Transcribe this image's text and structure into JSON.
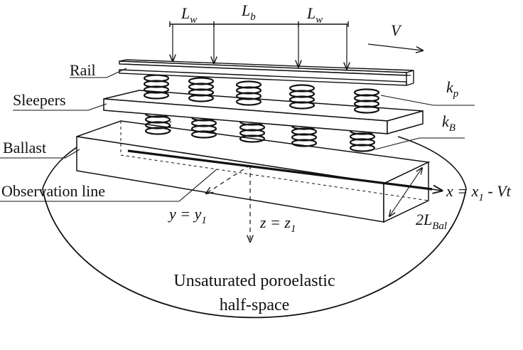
{
  "labels": {
    "rail": "Rail",
    "sleepers": "Sleepers",
    "ballast": "Ballast",
    "observation_line": "Observation line",
    "caption_line1": "Unsaturated poroelastic",
    "caption_line2": "half-space"
  },
  "symbols": {
    "lw": "L",
    "lw_sub": "w",
    "lb": "L",
    "lb_sub": "b",
    "velocity": "V",
    "kp": "k",
    "kp_sub": "p",
    "kb": "k",
    "kb_sub": "B",
    "x_axis_eq": "x = x",
    "x_axis_sub": "1",
    "x_axis_tail": " - Vt",
    "y_axis_eq": "y = y",
    "y_axis_sub": "1",
    "z_axis_eq": "z = z",
    "z_axis_sub": "1",
    "width": "2L",
    "width_sub": "Bal"
  },
  "colors": {
    "ink": "#111111",
    "background": "#ffffff"
  }
}
